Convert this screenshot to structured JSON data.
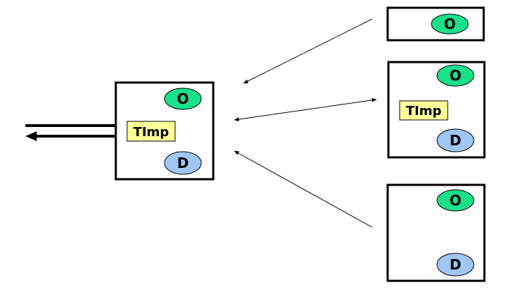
{
  "labels": {
    "object": "O",
    "data": "D",
    "timp": "TImp"
  },
  "colors": {
    "object_fill": "#19e08a",
    "data_fill": "#9fc6f4",
    "timp_fill": "#ffff99",
    "box_stroke": "#000000",
    "background": "#ffffff"
  }
}
